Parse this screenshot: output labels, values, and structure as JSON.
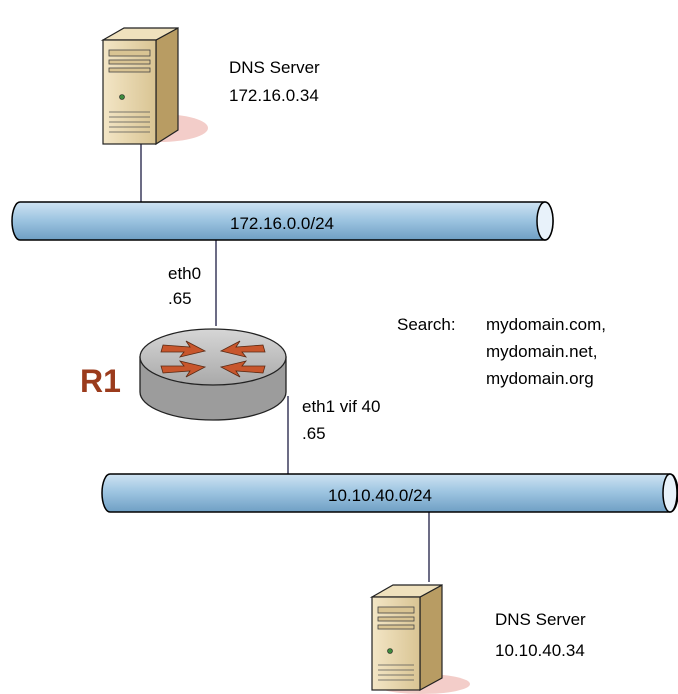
{
  "servers": {
    "top": {
      "name": "DNS Server",
      "ip": "172.16.0.34"
    },
    "bottom": {
      "name": "DNS Server",
      "ip": "10.10.40.34"
    }
  },
  "networks": {
    "top": {
      "label": "172.16.0.0/24"
    },
    "bottom": {
      "label": "10.10.40.0/24"
    }
  },
  "router": {
    "name": "R1",
    "eth0": {
      "iface": "eth0",
      "ip": ".65"
    },
    "eth1": {
      "iface": "eth1 vif 40",
      "ip": ".65"
    }
  },
  "search": {
    "label": "Search:",
    "domains": [
      "mydomain.com,",
      "mydomain.net,",
      "mydomain.org"
    ]
  },
  "colors": {
    "pipe_fill": "#9fc6e2",
    "pipe_stroke": "#000000",
    "router_body": "#b4b4b4",
    "router_arrows": "#c8562c",
    "router_label": "#9b3b1c",
    "server_body": "#e9d7ad",
    "link_line": "#3a3a5c"
  }
}
